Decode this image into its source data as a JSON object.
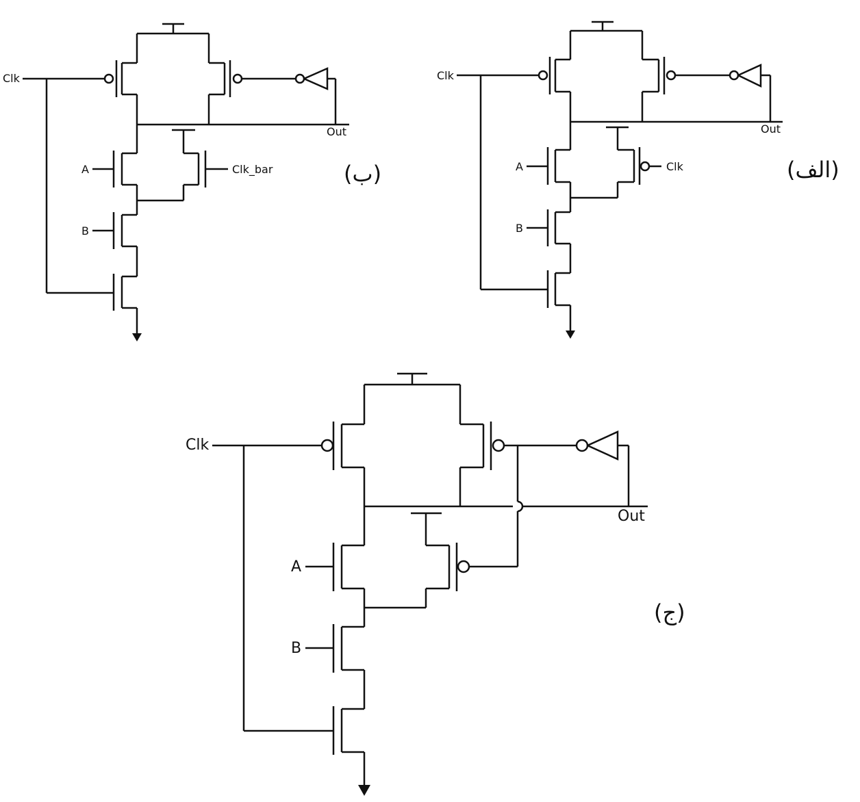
{
  "circuits": {
    "b": {
      "caption": "(ب)",
      "clk": "Clk",
      "out": "Out",
      "a": "A",
      "b": "B",
      "keeper_gate": "Clk_bar"
    },
    "alef": {
      "caption": "(الف)",
      "clk": "Clk",
      "out": "Out",
      "a": "A",
      "b": "B",
      "keeper_gate": "Clk"
    },
    "jim": {
      "caption": "(ج)",
      "clk": "Clk",
      "out": "Out",
      "a": "A",
      "b": "B"
    }
  }
}
